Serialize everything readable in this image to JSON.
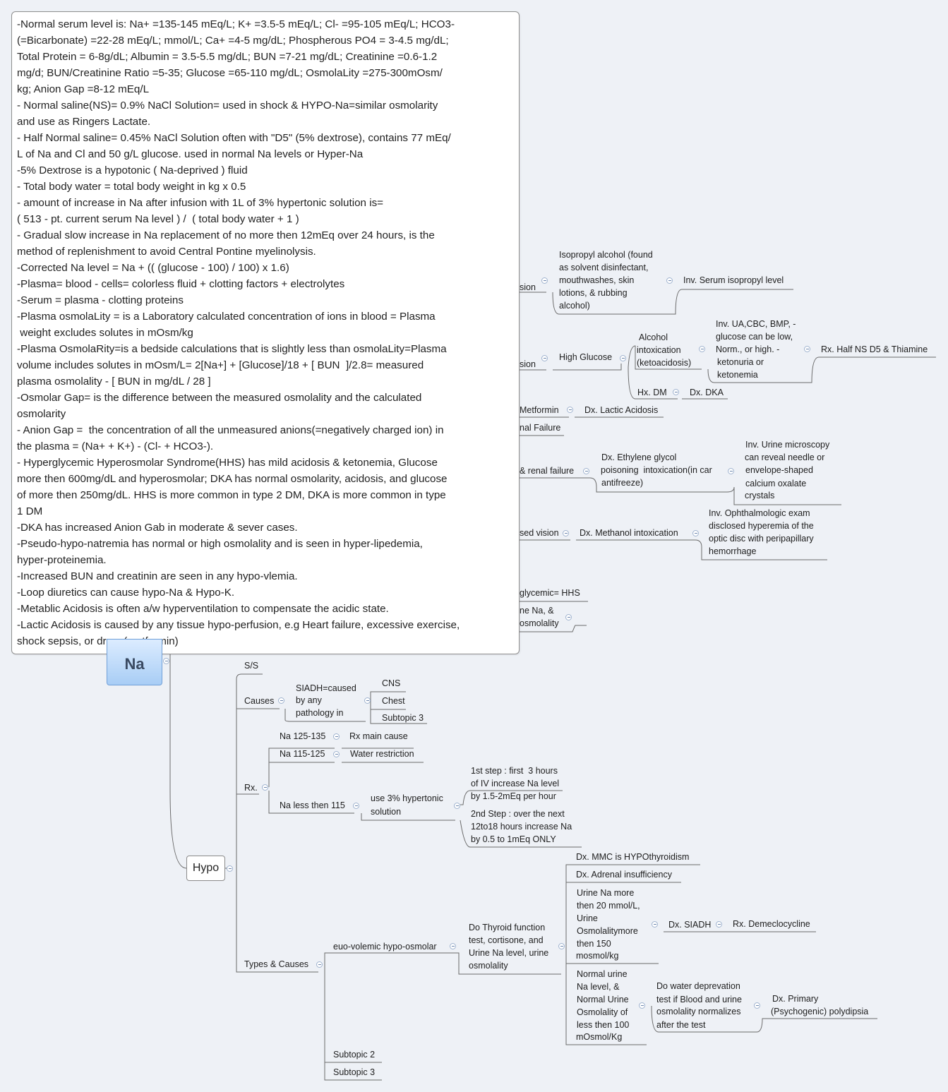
{
  "root": {
    "label": "Na"
  },
  "hypo": {
    "label": "Hypo"
  },
  "notes": {
    "lines": [
      "-Normal serum level is: Na+ =135-145 mEq/L; K+ =3.5-5 mEq/L; Cl- =95-105 mEq/L; HCO3-",
      "(=Bicarbonate) =22-28 mEq/L; mmol/L; Ca+ =4-5 mg/dL; Phospherous PO4 = 3-4.5 mg/dL;",
      "Total Protein = 6-8g/dL; Albumin = 3.5-5.5 mg/dL; BUN =7-21 mg/dL; Creatinine =0.6-1.2",
      "mg/d; BUN/Creatinine Ratio =5-35; Glucose =65-110 mg/dL; OsmolaLity =275-300mOsm/",
      "kg; Anion Gap =8-12 mEq/L",
      "- Normal saline(NS)= 0.9% NaCl Solution= used in shock & HYPO-Na=similar osmolarity",
      "and use as Ringers Lactate.",
      "- Half Normal saline= 0.45% NaCl Solution often with \"D5\" (5% dextrose), contains 77 mEq/",
      "L of Na and Cl and 50 g/L glucose. used in normal Na levels or Hyper-Na",
      "-5% Dextrose is a hypotonic ( Na-deprived ) fluid",
      "- Total body water = total body weight in kg x 0.5",
      "- amount of increase in Na after infusion with 1L of 3% hypertonic solution is=",
      "( 513 - pt. current serum Na level ) /  ( total body water + 1 )",
      "- Gradual slow increase in Na replacement of no more then 12mEq over 24 hours, is the",
      "method of replenishment to avoid Central Pontine myelinolysis.",
      "-Corrected Na level = Na + (( (glucose - 100) / 100) x 1.6)",
      "-Plasma= blood - cells= colorless fluid + clotting factors + electrolytes",
      "-Serum = plasma - clotting proteins",
      "-Plasma osmolaLity = is a Laboratory calculated concentration of ions in blood = Plasma",
      " weight excludes solutes in mOsm/kg",
      "-Plasma OsmolaRity=is a bedside calculations that is slightly less than osmolaLity=Plasma",
      "volume includes solutes in mOsm/L= 2[Na+] + [Glucose]/18 + [ BUN  ]/2.8= measured",
      "plasma osmolality - [ BUN in mg/dL / 28 ]",
      "-Osmolar Gap= is the difference between the measured osmolality and the calculated",
      "osmolarity",
      "- Anion Gap =  the concentration of all the unmeasured anions(=negatively charged ion) in",
      "the plasma = (Na+ + K+) - (Cl- + HCO3-).",
      "- Hyperglycemic Hyperosmolar Syndrome(HHS) has mild acidosis & ketonemia, Glucose",
      "more then 600mg/dL and hyperosmolar; DKA has normal osmolarity, acidosis, and glucose",
      "of more then 250mg/dL. HHS is more common in type 2 DM, DKA is more common in type",
      "1 DM",
      "-DKA has increased Anion Gab in moderate & sever cases.",
      "-Pseudo-hypo-natremia has normal or high osmolality and is seen in hyper-lipedemia,",
      "hyper-proteinemia.",
      "-Increased BUN and creatinin are seen in any hypo-vlemia.",
      "-Loop diuretics can cause hypo-Na & Hypo-K.",
      "-Metablic Acidosis is often a/w hyperventilation to compensate the acidic state.",
      "-Lactic Acidosis is caused by any tissue hypo-perfusion, e.g Heart failure, excessive exercise,",
      "shock sepsis, or drugs(metformin)"
    ]
  },
  "upper_branches": {
    "isopropyl": {
      "partial_label": "sion",
      "source": [
        "Isopropyl alcohol (found",
        "as solvent disinfectant,",
        "mouthwashes, skin",
        "lotions, & rubbing",
        "alcohol)"
      ],
      "inv": "Inv. Serum isopropyl level"
    },
    "glucose": {
      "partial_label": "sion",
      "high_glucose": "High Glucose",
      "alcohol": [
        "Alcohol",
        "intoxication",
        "(ketoacidosis)"
      ],
      "inv": [
        "Inv. UA,CBC, BMP, -",
        "glucose can be low,",
        "Norm., or high. -",
        "ketonuria or",
        "ketonemia"
      ],
      "rx": "Rx. Half NS D5 & Thiamine",
      "hx": "Hx. DM",
      "dx": "Dx. DKA"
    },
    "metformin": {
      "label": "Metformin",
      "dx": "Dx. Lactic Acidosis"
    },
    "renal": {
      "partial_label": "nal Failure"
    },
    "ethylene": {
      "partial_label": "& renal failure",
      "dx": [
        "Dx. Ethylene glycol",
        "poisoning  intoxication(in car",
        "antifreeze)"
      ],
      "inv": [
        "Inv. Urine microscopy",
        "can reveal needle or",
        "envelope-shaped",
        "calcium oxalate",
        "crystals"
      ]
    },
    "methanol": {
      "partial_label": "sed vision",
      "dx": "Dx. Methanol intoxication",
      "inv": [
        "Inv. Ophthalmologic exam",
        "disclosed hyperemia of the",
        "optic disc with peripapillary",
        "hemorrhage"
      ]
    },
    "hhs": {
      "partial_label": "glycemic= HHS"
    },
    "urine": {
      "partial_lines": [
        "ne Na, &",
        "osmolality"
      ]
    }
  },
  "hypo_branch": {
    "ss": "S/S",
    "causes": {
      "label": "Causes",
      "siadh": [
        "SIADH=caused",
        "by any",
        "pathology in"
      ],
      "items": [
        "CNS",
        "Chest",
        "Subtopic 3"
      ]
    },
    "rx": {
      "label": "Rx.",
      "na125": {
        "label": "Na 125-135",
        "action": "Rx main cause"
      },
      "na115": {
        "label": "Na 115-125",
        "action": "Water restriction"
      },
      "na_less": {
        "label": "Na less then 115",
        "action": [
          "use 3% hypertonic",
          "solution"
        ],
        "step1": [
          "1st step : first  3 hours",
          "of IV increase Na level",
          "by 1.5-2mEq per hour"
        ],
        "step2": [
          "2nd Step : over the next",
          "12to18 hours increase Na",
          "by 0.5 to 1mEq ONLY"
        ]
      }
    },
    "types": {
      "label": "Types & Causes",
      "euvolemic": "euo-volemic hypo-osmolar",
      "thyroid": [
        "Do Thyroid function",
        "test, cortisone, and",
        "Urine Na level, urine",
        "osmolality"
      ],
      "mmc": "Dx. MMC is HYPOthyroidism",
      "adrenal": "Dx. Adrenal insufficiency",
      "urine_high": [
        "Urine Na more",
        "then 20 mmol/L,",
        "Urine",
        "Osmolalitymore",
        "then 150",
        "mosmol/kg"
      ],
      "siadh": "Dx. SIADH",
      "rx_demeclo": "Rx. Demeclocycline",
      "normal_urine": [
        "Normal urine",
        "Na level, &",
        "Normal Urine",
        "Osmolality of",
        "less then 100",
        "mOsmol/Kg"
      ],
      "water_dep": [
        "Do water deprevation",
        "test if Blood and urine",
        "osmolality normalizes",
        "after the test"
      ],
      "primary": [
        "Dx. Primary",
        "(Psychogenic) polydipsia"
      ],
      "subtopic2": "Subtopic 2",
      "subtopic3": "Subtopic 3"
    }
  }
}
